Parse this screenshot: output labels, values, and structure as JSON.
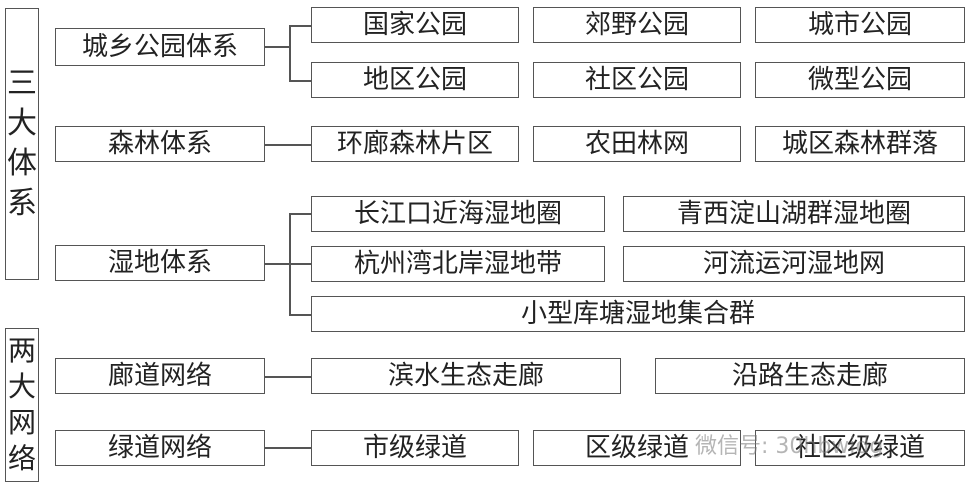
{
  "left_labels": {
    "three_systems": [
      "三",
      "大",
      "体",
      "系"
    ],
    "two_networks": [
      "两",
      "大",
      "网",
      "络"
    ]
  },
  "categories": {
    "park": "城乡公园体系",
    "forest": "森林体系",
    "wetland": "湿地体系",
    "corridor": "廊道网络",
    "greenway": "绿道网络"
  },
  "items": {
    "park": [
      "国家公园",
      "郊野公园",
      "城市公园",
      "地区公园",
      "社区公园",
      "微型公园"
    ],
    "forest": [
      "环廊森林片区",
      "农田林网",
      "城区森林群落"
    ],
    "wetland": [
      "长江口近海湿地圈",
      "青西淀山湖群湿地圈",
      "杭州湾北岸湿地带",
      "河流运河湿地网",
      "小型库塘湿地集合群"
    ],
    "corridor": [
      "滨水生态走廊",
      "沿路生态走廊"
    ],
    "greenway": [
      "市级绿道",
      "区级绿道",
      "社区级绿道"
    ]
  },
  "watermark": "微信号: 30hbwidg"
}
